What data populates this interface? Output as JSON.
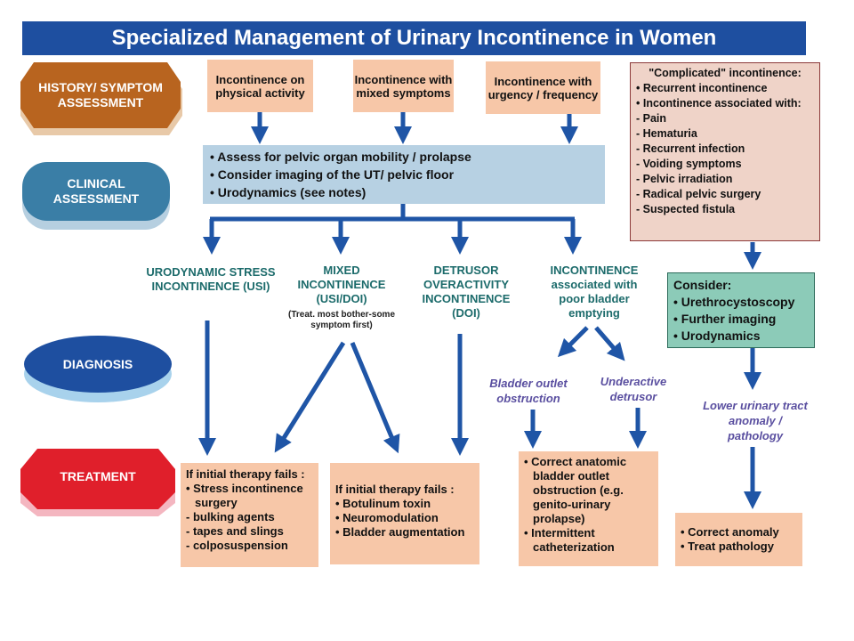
{
  "title": "Specialized Management of Urinary Incontinence in Women",
  "stages": {
    "history": "HISTORY/ SYMPTOM ASSESSMENT",
    "clinical": "CLINICAL ASSESSMENT",
    "diagnosis": "DIAGNOSIS",
    "treatment": "TREATMENT"
  },
  "history_boxes": {
    "physical": "Incontinence on physical activity",
    "mixed": "Incontinence with mixed symptoms",
    "urgency": "Incontinence with urgency / frequency"
  },
  "complicated": {
    "header": "\"Complicated\" incontinence:",
    "items": [
      "• Recurrent incontinence",
      "• Incontinence associated with:",
      "- Pain",
      "- Hematuria",
      "- Recurrent infection",
      "- Voiding symptoms",
      "- Pelvic irradiation",
      "- Radical pelvic surgery",
      "- Suspected fistula"
    ]
  },
  "clinical_box": {
    "items": [
      "• Assess for pelvic organ mobility / prolapse",
      "• Consider imaging of the UT/ pelvic floor",
      "• Urodynamics (see notes)"
    ]
  },
  "consider": {
    "header": "Consider:",
    "items": [
      "• Urethrocystoscopy",
      "• Further imaging",
      "• Urodynamics"
    ]
  },
  "diagnoses": {
    "usi": "URODYNAMIC STRESS INCONTINENCE (USI)",
    "mixed": "MIXED INCONTINENCE (USI/DOI)",
    "mixed_note": "(Treat. most bother-some symptom first)",
    "doi": "DETRUSOR OVERACTIVITY INCONTINENCE (DOI)",
    "poor": "INCONTINENCE associated with poor bladder emptying",
    "obstruction": "Bladder outlet obstruction",
    "underactive": "Underactive detrusor",
    "lower": "Lower urinary tract anomaly / pathology"
  },
  "treatments": {
    "stress": {
      "items": [
        "If initial therapy fails :",
        "• Stress incontinence surgery",
        "- bulking agents",
        "- tapes and slings",
        "- colposuspension"
      ]
    },
    "doi": {
      "items": [
        "If initial therapy fails :",
        "• Botulinum toxin",
        "• Neuromodulation",
        "• Bladder augmentation"
      ]
    },
    "obstruction": {
      "items": [
        "• Correct anatomic bladder outlet obstruction (e.g. genito-urinary prolapse)",
        "• Intermittent catheterization"
      ]
    },
    "anomaly": {
      "items": [
        "• Correct anomaly",
        "• Treat pathology"
      ]
    }
  },
  "colors": {
    "title_bg": "#1e4fa0",
    "arrow": "#1f55a6",
    "peach": "#f7c7a8",
    "light_blue": "#b7d1e3",
    "teal": "#8ccbb8",
    "history_stage": "#b8641f",
    "clinical_stage": "#3a7ea6",
    "diagnosis_stage": "#1e4fa0",
    "treatment_stage": "#e01f2b"
  }
}
